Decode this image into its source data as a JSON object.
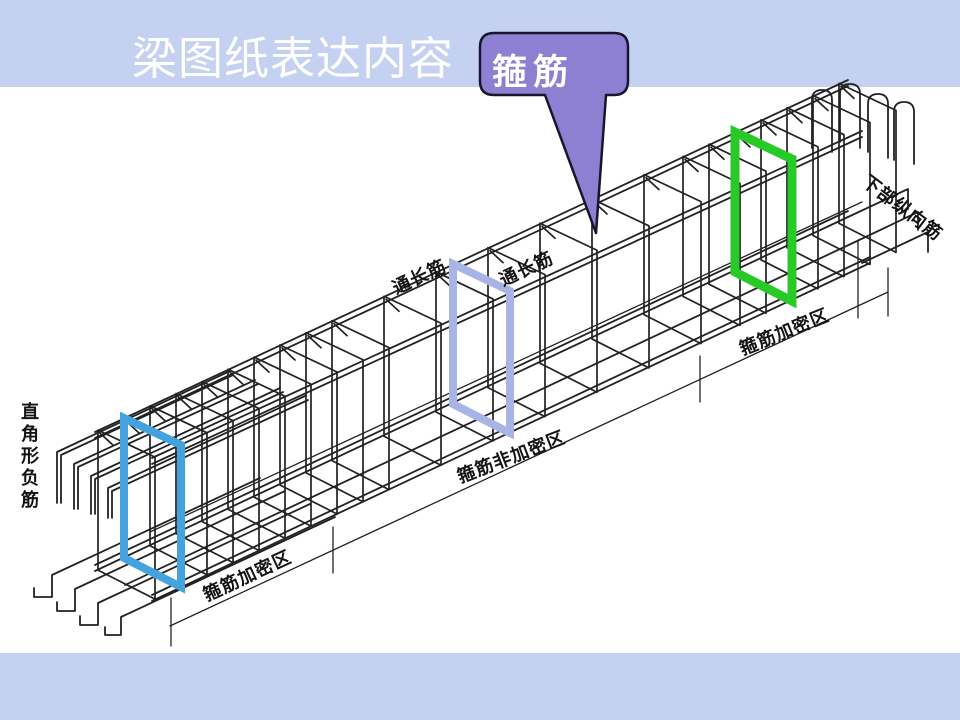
{
  "slide": {
    "title": "梁图纸表达内容",
    "callout": {
      "label": "箍筋"
    },
    "labels": {
      "through_bar_left": "通长筋",
      "through_bar_right": "通长筋",
      "bottom_longitudinal_bar": "下部纵向筋",
      "right_angle_negative_bar": "直角形负筋",
      "stirrup_dense_zone_left": "箍筋加密区",
      "stirrup_non_dense_zone": "箍筋非加密区",
      "stirrup_dense_zone_right": "箍筋加密区"
    },
    "colors": {
      "background": "#C5D1F1",
      "surface": "#FFFFFF",
      "title_text": "#FFFFFF",
      "callout_fill": "#8D80D3",
      "callout_border": "#16162C",
      "drawing_line": "#222222",
      "highlight_left_stirrup": "#44A3DE",
      "highlight_middle_stirrup": "#A8B4E6",
      "highlight_right_stirrup": "#28CA28"
    }
  }
}
